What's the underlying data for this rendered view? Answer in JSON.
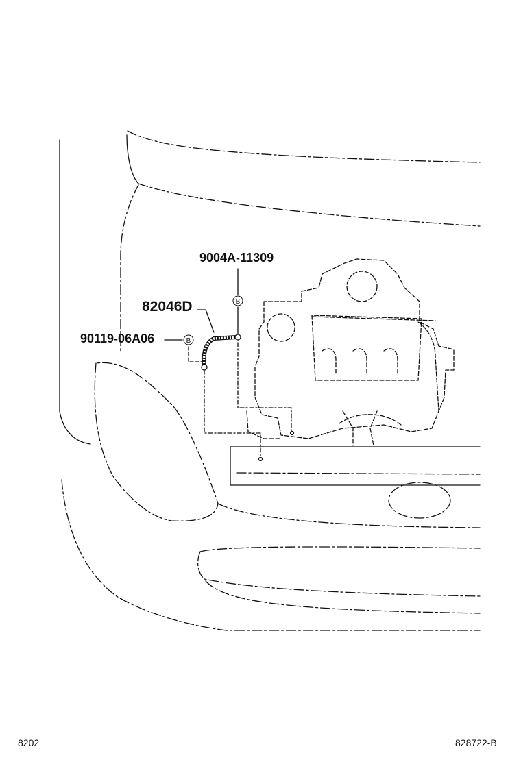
{
  "diagram": {
    "callouts": {
      "part_a": "9004A-11309",
      "part_b": "82046D",
      "part_c": "90119-06A06"
    },
    "marker_letter": "B",
    "footer_left": "8202",
    "footer_right": "828722-B",
    "line_color": "#111111"
  }
}
